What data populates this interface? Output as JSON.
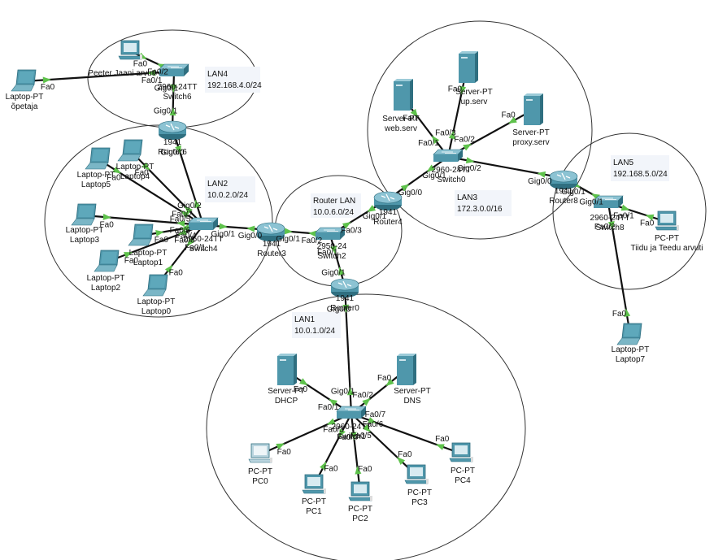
{
  "colors": {
    "link": "#111111",
    "link_up": "#5ec24b",
    "area": "#333333",
    "device": "#4f97ab",
    "device_dark": "#2f6f80",
    "pc_off": "#b9d4de"
  },
  "areas": [
    {
      "id": "lan4",
      "label": "LAN4",
      "subnet": "192.168.4.0/24"
    },
    {
      "id": "lan2",
      "label": "LAN2",
      "subnet": "10.0.2.0/24"
    },
    {
      "id": "routerlan",
      "label": "Router LAN",
      "subnet": "10.0.6.0/24"
    },
    {
      "id": "lan3",
      "label": "LAN3",
      "subnet": "172.3.0.0/16"
    },
    {
      "id": "lan5",
      "label": "LAN5",
      "subnet": "192.168.5.0/24"
    },
    {
      "id": "lan1",
      "label": "LAN1",
      "subnet": "10.0.1.0/24"
    }
  ],
  "devices": [
    {
      "id": "opetaja",
      "type": "laptop",
      "model": "Laptop-PT",
      "name": "õpetaja"
    },
    {
      "id": "peeter",
      "type": "pc",
      "model": "",
      "name": "Peeter Jaani arvuti"
    },
    {
      "id": "switch6",
      "type": "switch",
      "model": "2960-24TT",
      "name": "Switch6"
    },
    {
      "id": "router6",
      "type": "router",
      "model": "1941",
      "name": "Router6"
    },
    {
      "id": "laptop5",
      "type": "laptop",
      "model": "Laptop-PT",
      "name": "Laptop5"
    },
    {
      "id": "laptop4",
      "type": "laptop",
      "model": "Laptop-PT",
      "name": "Laptop4"
    },
    {
      "id": "laptop3",
      "type": "laptop",
      "model": "Laptop-PT",
      "name": "Laptop3"
    },
    {
      "id": "laptop1",
      "type": "laptop",
      "model": "Laptop-PT",
      "name": "Laptop1"
    },
    {
      "id": "laptop2",
      "type": "laptop",
      "model": "Laptop-PT",
      "name": "Laptop2"
    },
    {
      "id": "laptop0",
      "type": "laptop",
      "model": "Laptop-PT",
      "name": "Laptop0"
    },
    {
      "id": "switch4",
      "type": "switch",
      "model": "2960-24TT",
      "name": "Switch4"
    },
    {
      "id": "router3",
      "type": "router",
      "model": "1941",
      "name": "Router3"
    },
    {
      "id": "switch2",
      "type": "switch",
      "model": "2950-24",
      "name": "Switch2"
    },
    {
      "id": "router4",
      "type": "router",
      "model": "1941",
      "name": "Router4"
    },
    {
      "id": "router0",
      "type": "router",
      "model": "1941",
      "name": "Router0"
    },
    {
      "id": "websrv",
      "type": "server",
      "model": "Server-PT",
      "name": "web.serv"
    },
    {
      "id": "upsrv",
      "type": "server",
      "model": "Server-PT",
      "name": "up.serv"
    },
    {
      "id": "proxysrv",
      "type": "server",
      "model": "Server-PT",
      "name": "proxy.serv"
    },
    {
      "id": "switch0",
      "type": "switch",
      "model": "2960-24TT",
      "name": "Switch0"
    },
    {
      "id": "router8",
      "type": "router",
      "model": "1941",
      "name": "Router8"
    },
    {
      "id": "switch8",
      "type": "switch",
      "model": "2960-24TT",
      "name": "Switch8"
    },
    {
      "id": "tiidu",
      "type": "pc",
      "model": "PC-PT",
      "name": "Tiidu ja Teedu arvuti"
    },
    {
      "id": "laptop7",
      "type": "laptop",
      "model": "Laptop-PT",
      "name": "Laptop7"
    },
    {
      "id": "dhcp",
      "type": "server",
      "model": "Server-PT",
      "name": "DHCP"
    },
    {
      "id": "dns",
      "type": "server",
      "model": "Server-PT",
      "name": "DNS"
    },
    {
      "id": "switch1",
      "type": "switch",
      "model": "2960-24TT",
      "name": "Switch1"
    },
    {
      "id": "pc0",
      "type": "pc",
      "model": "PC-PT",
      "name": "PC0",
      "off": true
    },
    {
      "id": "pc1",
      "type": "pc",
      "model": "PC-PT",
      "name": "PC1"
    },
    {
      "id": "pc2",
      "type": "pc",
      "model": "PC-PT",
      "name": "PC2"
    },
    {
      "id": "pc3",
      "type": "pc",
      "model": "PC-PT",
      "name": "PC3"
    },
    {
      "id": "pc4",
      "type": "pc",
      "model": "PC-PT",
      "name": "PC4"
    }
  ],
  "links": [
    {
      "a": "opetaja",
      "b": "switch6",
      "a_port": "Fa0",
      "b_port": "Fa0/1"
    },
    {
      "a": "peeter",
      "b": "switch6",
      "a_port": "Fa0",
      "b_port": "Fa0/2"
    },
    {
      "a": "switch6",
      "b": "router6",
      "a_port": "Gig0/1",
      "b_port": "Gig0/1"
    },
    {
      "a": "router6",
      "b": "switch4",
      "a_port": "Gig0/0",
      "b_port": "Gig0/2"
    },
    {
      "a": "laptop5",
      "b": "switch4",
      "a_port": "Fa0",
      "b_port": "Fa0/5"
    },
    {
      "a": "laptop4",
      "b": "switch4",
      "a_port": "Fa0",
      "b_port": "Fa0/7"
    },
    {
      "a": "laptop3",
      "b": "switch4",
      "a_port": "Fa0",
      "b_port": "Fa0/6"
    },
    {
      "a": "laptop1",
      "b": "switch4",
      "a_port": "Fa0",
      "b_port": "Fa0/4"
    },
    {
      "a": "laptop2",
      "b": "switch4",
      "a_port": "Fa0",
      "b_port": "Fa0/3"
    },
    {
      "a": "laptop0",
      "b": "switch4",
      "a_port": "Fa0",
      "b_port": "Fa0/1"
    },
    {
      "a": "switch4",
      "b": "router3",
      "a_port": "Gig0/1",
      "b_port": "Gig0/0"
    },
    {
      "a": "router3",
      "b": "switch2",
      "a_port": "Gig0/1",
      "b_port": "Fa0/2"
    },
    {
      "a": "switch2",
      "b": "router4",
      "a_port": "Fa0/3",
      "b_port": "Gig0/1"
    },
    {
      "a": "switch2",
      "b": "router0",
      "a_port": "Fa0/1",
      "b_port": "Gig0/1"
    },
    {
      "a": "router4",
      "b": "switch0",
      "a_port": "Gig0/0",
      "b_port": "Gig0/1"
    },
    {
      "a": "websrv",
      "b": "switch0",
      "a_port": "Fa0",
      "b_port": "Fa0/1"
    },
    {
      "a": "upsrv",
      "b": "switch0",
      "a_port": "Fa0",
      "b_port": "Fa0/3"
    },
    {
      "a": "proxysrv",
      "b": "switch0",
      "a_port": "Fa0",
      "b_port": "Fa0/2"
    },
    {
      "a": "switch0",
      "b": "router8",
      "a_port": "Gig0/2",
      "b_port": "Gig0/0"
    },
    {
      "a": "router8",
      "b": "switch8",
      "a_port": "Gig0/1",
      "b_port": "Gig0/1"
    },
    {
      "a": "switch8",
      "b": "tiidu",
      "a_port": "Fa0/1",
      "b_port": "Fa0"
    },
    {
      "a": "switch8",
      "b": "laptop7",
      "a_port": "Fa0/2",
      "b_port": "Fa0"
    },
    {
      "a": "router0",
      "b": "switch1",
      "a_port": "Gig0/0",
      "b_port": "Gig0/1"
    },
    {
      "a": "dhcp",
      "b": "switch1",
      "a_port": "Fa0",
      "b_port": "Fa0/1"
    },
    {
      "a": "dns",
      "b": "switch1",
      "a_port": "Fa0",
      "b_port": "Fa0/2"
    },
    {
      "a": "pc0",
      "b": "switch1",
      "a_port": "Fa0",
      "b_port": "Fa0/3"
    },
    {
      "a": "pc1",
      "b": "switch1",
      "a_port": "Fa0",
      "b_port": "Fa0/4"
    },
    {
      "a": "pc2",
      "b": "switch1",
      "a_port": "Fa0",
      "b_port": "Fa0/5"
    },
    {
      "a": "pc3",
      "b": "switch1",
      "a_port": "Fa0",
      "b_port": "Fa0/6"
    },
    {
      "a": "pc4",
      "b": "switch1",
      "a_port": "Fa0",
      "b_port": "Fa0/7"
    }
  ]
}
